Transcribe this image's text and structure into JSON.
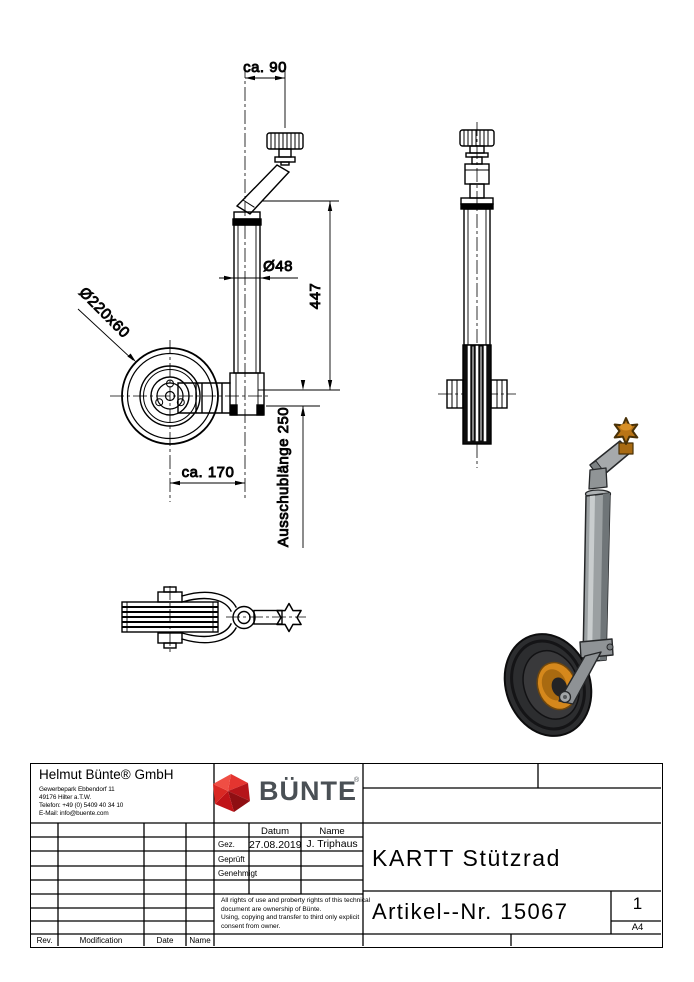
{
  "drawing": {
    "dimensions": {
      "crank_width": "ca. 90",
      "tube_diameter": "Ø48",
      "tube_length": "447",
      "wheel_size": "Ø220x60",
      "wheel_offset": "ca. 170",
      "extension_length": "Ausschublänge 250"
    },
    "render_colors": {
      "tube_gray": "#9ba0a2",
      "tire_black": "#2c2d2f",
      "rim_orange": "#d5881c",
      "knob_orange": "#b97416"
    }
  },
  "title_block": {
    "company": {
      "name": "Helmut Bünte® GmbH",
      "address_line1": "Gewerbepark Ebbendorf 11",
      "address_line2": "49176 Hilter a.T.W.",
      "address_line3": "Telefon: +49 (0) 5409 40 34 10",
      "address_line4": "E-Mail: info@buente.com"
    },
    "logo": {
      "text": "BÜNTE",
      "registered": "®",
      "accent_color": "#c4161c",
      "text_color": "#4a5055"
    },
    "approval": {
      "col_datum": "Datum",
      "col_name": "Name",
      "rows": [
        {
          "label": "Gez.",
          "datum": "27.08.2019",
          "name": "J. Triphaus"
        },
        {
          "label": "Geprüft",
          "datum": "",
          "name": ""
        },
        {
          "label": "Genehmigt",
          "datum": "",
          "name": ""
        }
      ]
    },
    "disclaimer_lines": [
      "All rights of use and proberty rights of this technical",
      "document are ownership of Bünte.",
      "Using, copying and transfer to third only explicit",
      "consent from owner."
    ],
    "title": "KARTT Stützrad",
    "article": "Artikel--Nr. 15067",
    "sheet": "1",
    "format": "A4",
    "revision": {
      "rev": "Rev.",
      "modification": "Modification",
      "date": "Date",
      "name": "Name"
    }
  }
}
